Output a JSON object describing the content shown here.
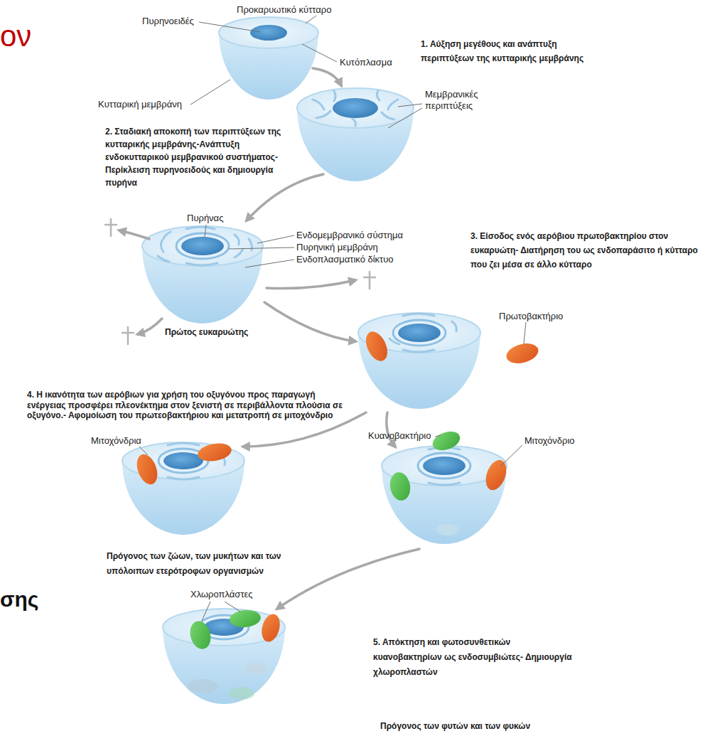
{
  "diagram": {
    "labels": [
      "ον",
      "Πυρηνοειδές",
      "Προκαρυωτικό κύτταρο",
      "1. Αύξηση μεγέθους και ανάπτυξη περιπτύξεων της κυτταρικής μεμβράνης",
      "Κυτόπλασμα",
      "Κυτταρική μεμβράνη",
      "Μεμβρανικές περιπτύξεις",
      "2. Σταδιακή αποκοπή των περιπτύξεων της κυτταρικής μεμβράνης-Ανάπτυξη ενδοκυτταρικού μεμβρανικού συστήματος- Περίκλειση πυρηνοειδούς και δημιουργία πυρήνα",
      "Πυρήνας",
      "Ενδομεμβρανικό σύστημα",
      "Πυρηνική μεμβράνη",
      "Ενδοπλασματικό δίκτυο",
      "3. Είσοδος ενός αερόβιου πρωτοβακτηρίου στον ευκαρυώτη- Διατήρηση του ως ενδοπαράσιτο ή κύτταρο που ζει μέσα σε άλλο κύτταρο",
      "Πρώτος ευκαρυώτης",
      "Πρωτοβακτήριο",
      "4. Η ικανότητα των αερόβιων για χρήση του οξυγόνου προς παραγωγή ενέργειας προσφέρει πλεονέκτημα στον ξενιστή σε περιβάλλοντα πλούσια σε οξυγόνο.- Αφομοίωση του πρωτεοβακτήριου και μετατροπή σε μιτοχόνδριο",
      "Μιτοχόνδρια",
      "Κυανοβακτήριο",
      "Μιτοχόνδριο",
      "Πρόγονος των ζώων, των μυκήτων και των υπόλοιπων ετερότροφων οργανισμών",
      "σης",
      "Χλωροπλάστες",
      "5. Απόκτηση και φωτοσυνθετικών κυανοβακτηρίων ως ενδοσυμβιώτες- Δημιουργία χλωροπλαστών",
      "Πρόγονος των φυτών και των φυκών"
    ]
  }
}
